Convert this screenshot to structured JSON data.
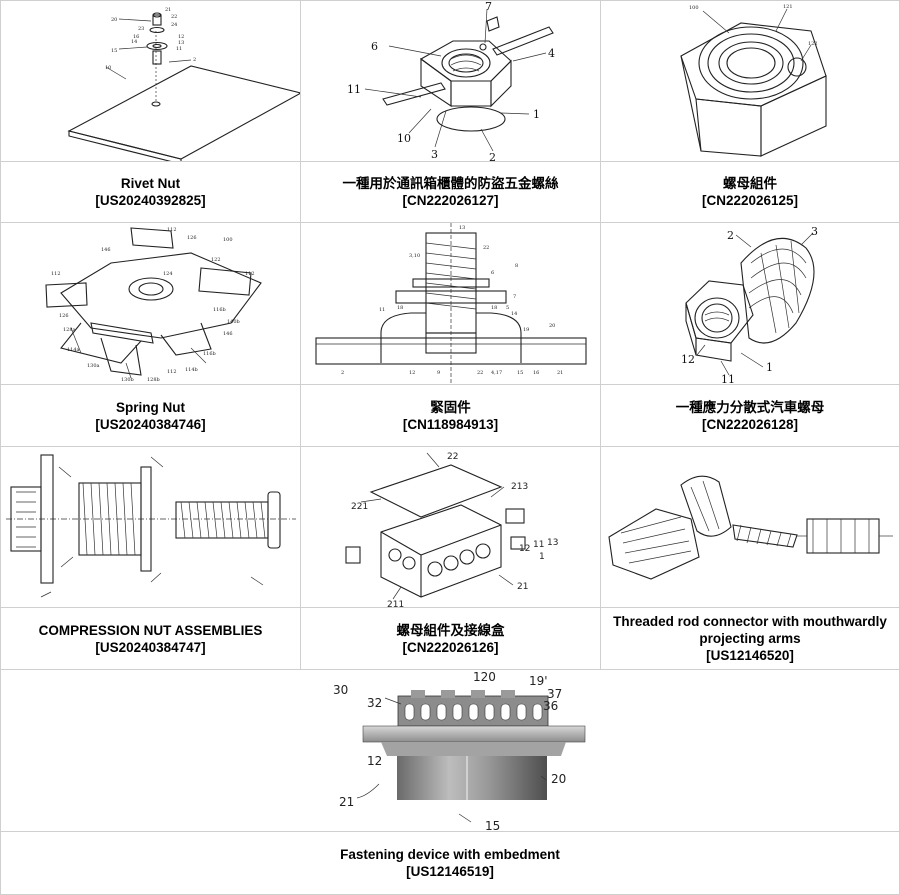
{
  "entries": [
    {
      "title": "Rivet Nut",
      "number": "[US20240392825]",
      "icon": "rivet-nut-drawing"
    },
    {
      "title": "一種用於通訊箱櫃體的防盜五金螺絲",
      "number": "[CN222026127]",
      "icon": "anti-theft-screw-drawing"
    },
    {
      "title": "螺母組件",
      "number": "[CN222026125]",
      "icon": "nut-assembly-drawing"
    },
    {
      "title": "Spring Nut",
      "number": "[US20240384746]",
      "icon": "spring-nut-drawing"
    },
    {
      "title": "緊固件",
      "number": "[CN118984913]",
      "icon": "fastener-section-drawing"
    },
    {
      "title": "一種應力分散式汽車螺母",
      "number": "[CN222026128]",
      "icon": "car-nut-drawing"
    },
    {
      "title": "COMPRESSION NUT ASSEMBLIES",
      "number": "[US20240384747]",
      "icon": "compression-nut-drawing"
    },
    {
      "title": "螺母組件及接線盒",
      "number": "[CN222026126]",
      "icon": "junction-box-drawing"
    },
    {
      "title": "Threaded rod connector with mouthwardly projecting arms",
      "number": "[US12146520]",
      "icon": "rod-connector-drawing"
    },
    {
      "title": "Fastening device with embedment",
      "number": "[US12146519]",
      "icon": "embedment-nut-render"
    }
  ],
  "labels": {
    "e0": [
      "20",
      "21",
      "22",
      "23",
      "24",
      "12",
      "13",
      "16",
      "14",
      "11",
      "15",
      "10",
      "2",
      "1"
    ],
    "e1": [
      "7",
      "6",
      "4",
      "11",
      "1",
      "10",
      "3",
      "2"
    ],
    "e2": [
      "100",
      "121",
      "122"
    ],
    "e3": [
      "112",
      "126",
      "100",
      "146",
      "122",
      "112",
      "124",
      "112",
      "116b",
      "140b",
      "126",
      "128a",
      "146",
      "114a",
      "116b",
      "130a",
      "114b",
      "130b",
      "128b",
      "112"
    ],
    "e4": [
      "13",
      "22",
      "3,10",
      "6",
      "8",
      "7",
      "11",
      "18",
      "19",
      "20",
      "18",
      "14",
      "5",
      "2",
      "12",
      "9",
      "22",
      "4,17",
      "15",
      "16",
      "21"
    ],
    "e5": [
      "2",
      "3",
      "12",
      "11",
      "1"
    ],
    "e7": [
      "22",
      "221",
      "213",
      "12",
      "11",
      "13",
      "1",
      "21",
      "211"
    ],
    "e9": [
      "120",
      "30",
      "19'",
      "32",
      "37",
      "36",
      "12",
      "20",
      "21",
      "15"
    ]
  }
}
